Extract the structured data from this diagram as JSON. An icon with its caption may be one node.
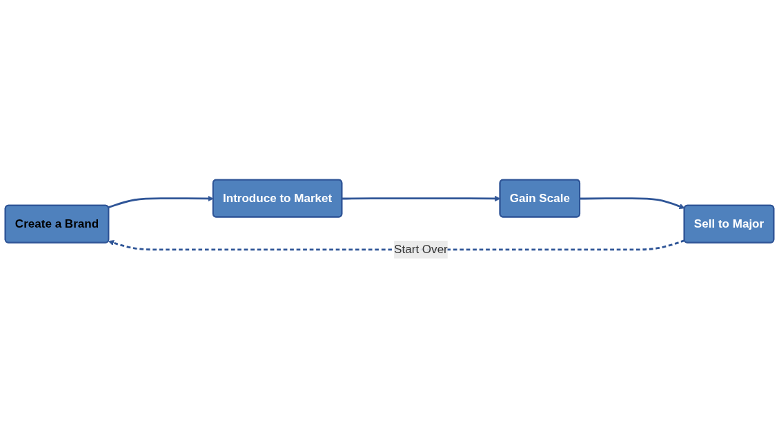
{
  "diagram": {
    "nodes": [
      {
        "text": [
          "Create a Brand"
        ]
      },
      {
        "text": [
          "Introduce to Market"
        ]
      },
      {
        "text": [
          "Gain Scale"
        ]
      },
      {
        "text": [
          "Sell to Major"
        ]
      }
    ],
    "edges": [
      {
        "from": 0,
        "to": 1,
        "arrow": "to"
      },
      {
        "from": 1,
        "to": 2,
        "arrow": "to"
      },
      {
        "from": 2,
        "to": 3,
        "arrow": "to"
      },
      {
        "from": 3,
        "to": 0,
        "arrow": "to",
        "style": "dashed",
        "label": "Start Over"
      }
    ]
  }
}
